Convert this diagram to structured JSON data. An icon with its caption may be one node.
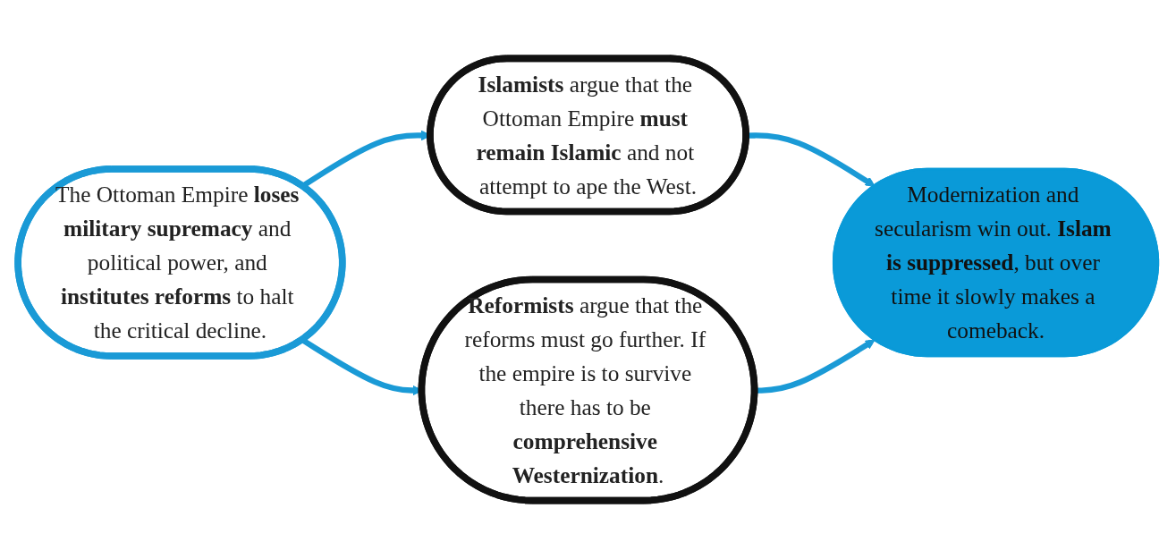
{
  "diagram": {
    "nodes": [
      {
        "text": [
          "The Ottoman Empire **loses military supremacy** and political power, and **institutes reforms** to halt the critical decline."
        ]
      },
      {
        "text": [
          "**Islamists** argue that the Ottoman Empire **must remain Islamic** and not attempt to ape the West."
        ]
      },
      {
        "text": [
          "**Reformists** argue that the reforms must go further. If the empire is to survive there has to be **comprehensive Westernization**."
        ]
      },
      {
        "text": [
          "Modernization and secularism win out. **Islam is suppressed**, but over time it slowly makes a comeback."
        ]
      }
    ],
    "edges": [
      {
        "from": 0,
        "to": 1,
        "arrow": "to"
      },
      {
        "from": 0,
        "to": 2,
        "arrow": "to"
      },
      {
        "from": 1,
        "to": 3,
        "arrow": "to"
      },
      {
        "from": 2,
        "to": 3,
        "arrow": "to"
      }
    ]
  }
}
